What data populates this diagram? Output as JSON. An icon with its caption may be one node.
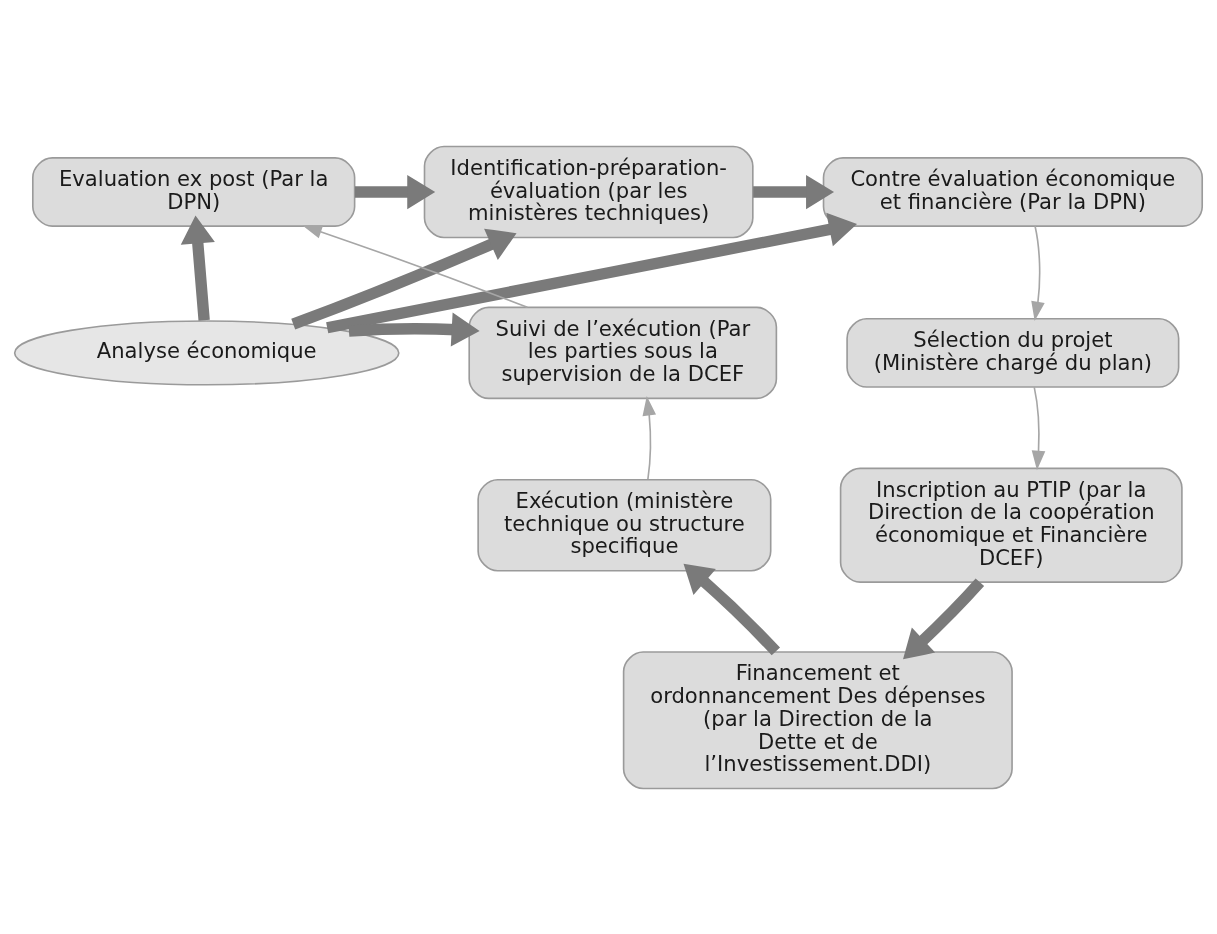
{
  "diagram": {
    "nodes": [
      {
        "text": [
          "Identification-préparation-évaluation (par les ministères techniques)"
        ]
      },
      {
        "text": [
          "Evaluation ex post (Par la DPN)"
        ]
      },
      {
        "text": [
          "Contre évaluation économique et financière (Par la DPN)"
        ]
      },
      {
        "text": [
          "Analyse économique"
        ]
      },
      {
        "text": [
          "Suivi de l’exécution (Par les parties sous la supervision de la DCEF"
        ]
      },
      {
        "text": [
          "Sélection du projet (Ministère chargé du plan)"
        ]
      },
      {
        "text": [
          "Exécution (ministère technique ou structure specifique"
        ]
      },
      {
        "text": [
          "Inscription au PTIP (par la Direction de la coopération économique et Financière DCEF)"
        ]
      },
      {
        "text": [
          "Financement et ordonnancement Des dépenses (par la Direction de la Dette et de l’Investissement.DDI)"
        ]
      }
    ],
    "edges": [
      {
        "from": 1,
        "to": 0,
        "arrow": "to"
      },
      {
        "from": 0,
        "to": 2,
        "arrow": "to"
      },
      {
        "from": 3,
        "to": 0,
        "arrow": "to"
      },
      {
        "from": 3,
        "to": 1,
        "arrow": "to"
      },
      {
        "from": 3,
        "to": 2,
        "arrow": "to"
      },
      {
        "from": 3,
        "to": 4,
        "arrow": "to"
      },
      {
        "from": 2,
        "to": 5,
        "arrow": "to",
        "color": "#a6a6a6"
      },
      {
        "from": 5,
        "to": 7,
        "arrow": "to",
        "color": "#a6a6a6"
      },
      {
        "from": 7,
        "to": 8,
        "arrow": "to"
      },
      {
        "from": 8,
        "to": 6,
        "arrow": "to"
      },
      {
        "from": 6,
        "to": 4,
        "arrow": "to",
        "color": "#a6a6a6"
      },
      {
        "from": 4,
        "to": 1,
        "arrow": "to",
        "color": "#a6a6a6"
      }
    ]
  }
}
